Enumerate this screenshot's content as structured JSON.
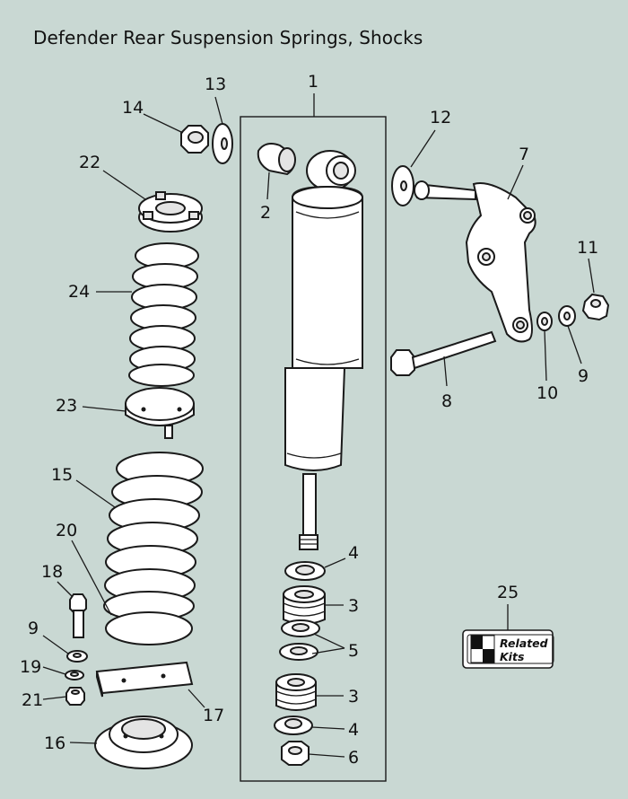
{
  "title": "Defender Rear Suspension Springs, Shocks",
  "callouts": [
    "1",
    "2",
    "3",
    "3",
    "4",
    "4",
    "5",
    "6",
    "7",
    "8",
    "9",
    "9",
    "10",
    "11",
    "12",
    "13",
    "14",
    "15",
    "16",
    "17",
    "18",
    "19",
    "20",
    "21",
    "22",
    "23",
    "24",
    "25"
  ],
  "related_kits": {
    "line1": "Related",
    "line2": "Kits",
    "icon": "checkered-flag-icon"
  },
  "colors": {
    "background": "#c9d8d3",
    "line": "#1a1a1a",
    "part_fill": "#ffffff"
  }
}
